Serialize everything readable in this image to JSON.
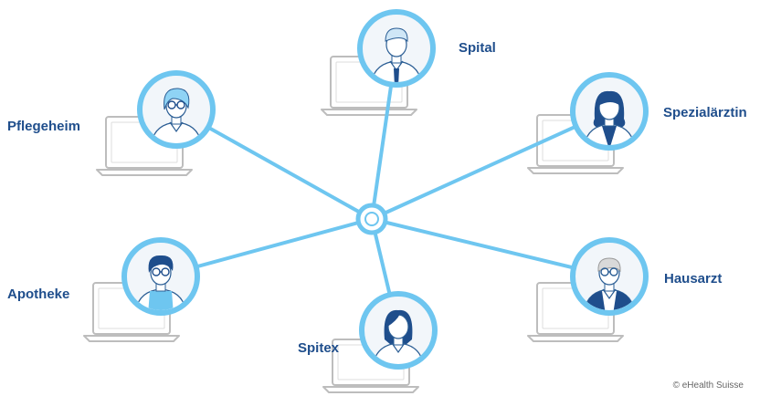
{
  "diagram": {
    "colors": {
      "accent": "#6ec6f0",
      "label": "#1f4e8c",
      "laptop": "#bdbdbd",
      "avatar_bg": "#f2f6fa"
    },
    "hub": {
      "icon": "hub-node-icon"
    },
    "nodes": [
      {
        "key": "spital",
        "label": "Spital",
        "icon": "doctor-avatar-icon"
      },
      {
        "key": "spezialaerztin",
        "label": "Spezialärztin",
        "icon": "female-specialist-avatar-icon"
      },
      {
        "key": "hausarzt",
        "label": "Hausarzt",
        "icon": "gp-avatar-icon"
      },
      {
        "key": "spitex",
        "label": "Spitex",
        "icon": "nurse-avatar-icon"
      },
      {
        "key": "apotheke",
        "label": "Apotheke",
        "icon": "pharmacist-avatar-icon"
      },
      {
        "key": "pflegeheim",
        "label": "Pflegeheim",
        "icon": "caregiver-avatar-icon"
      }
    ],
    "copyright": "© eHealth Suisse"
  }
}
